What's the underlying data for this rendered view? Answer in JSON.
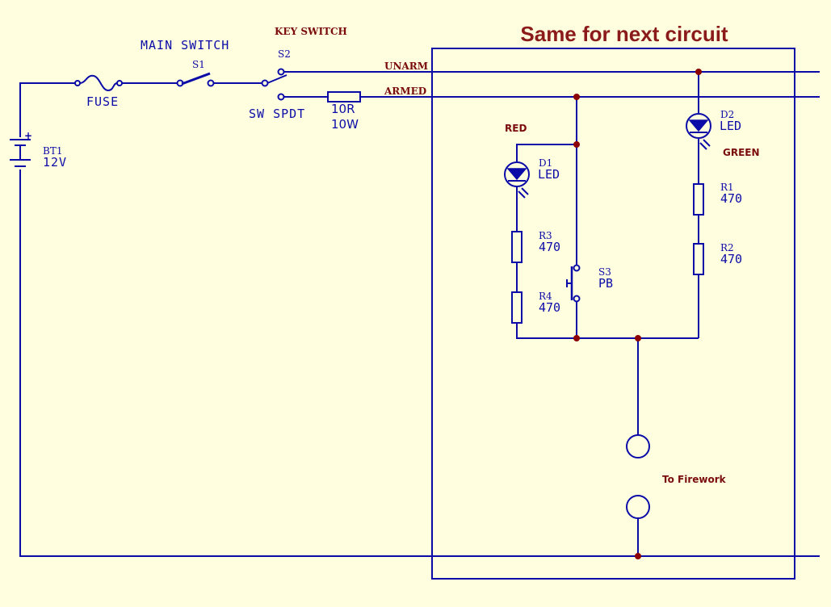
{
  "title": "Same for next circuit",
  "labels": {
    "main_switch": "MAIN SWITCH",
    "key_switch": "KEY SWITCH",
    "unarm": "UNARM",
    "armed": "ARMED",
    "fuse": "FUSE",
    "s1": "S1",
    "s2": "S2",
    "sw_spdt": "SW SPDT",
    "resistor_10r": "10R",
    "resistor_10w": "10W",
    "bt1": "BT1",
    "battery_voltage": "12V",
    "battery_plus": "+",
    "red": "RED",
    "green": "GREEN",
    "d1": "D1",
    "d1_type": "LED",
    "d2": "D2",
    "d2_type": "LED",
    "r1": "R1",
    "r1_value": "470",
    "r2": "R2",
    "r2_value": "470",
    "r3": "R3",
    "r3_value": "470",
    "r4": "R4",
    "r4_value": "470",
    "s3": "S3",
    "s3_type": "PB",
    "to_firework": "To Firework"
  },
  "colors": {
    "background": "#ffffe0",
    "wire": "#0b0ba8",
    "junction": "#8b0000",
    "title": "#8b1a1a",
    "label_dark_red": "#7a0b0b"
  }
}
